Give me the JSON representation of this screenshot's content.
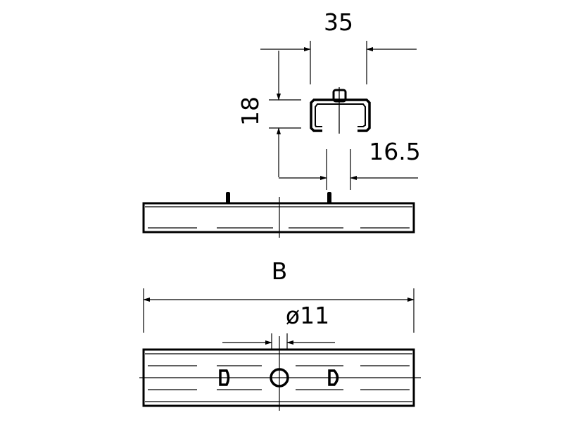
{
  "drawing": {
    "dimensions": {
      "width_top": "35",
      "height": "18",
      "offset": "16.5",
      "length": "B",
      "hole": "ø11"
    }
  }
}
